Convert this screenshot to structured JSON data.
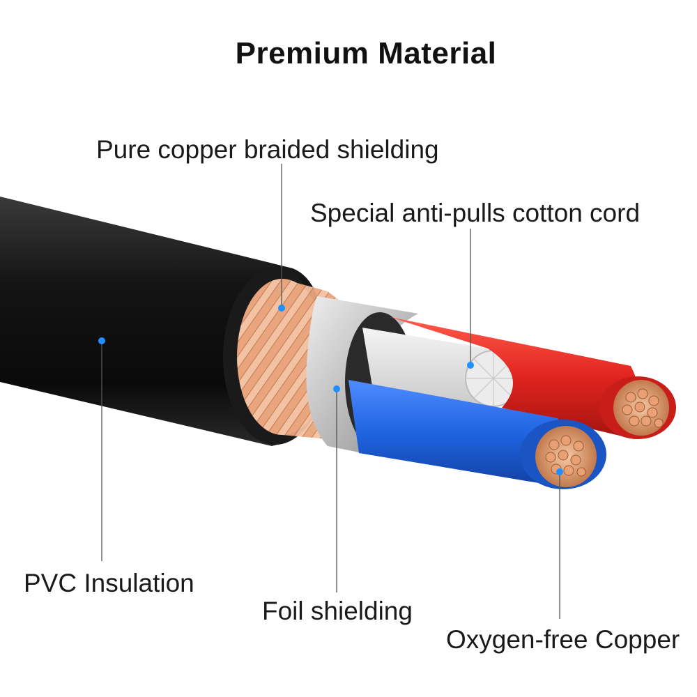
{
  "title": "Premium Material",
  "labels": {
    "braid": "Pure copper braided shielding",
    "cord": "Special anti-pulls cotton cord",
    "pvc": "PVC Insulation",
    "foil": "Foil shielding",
    "copper": "Oxygen-free Copper"
  },
  "colors": {
    "jacket": "#111111",
    "braid": "#e8a37a",
    "foil": "#c9c9c9",
    "red_conductor": "#e0231e",
    "blue_conductor": "#1f63e0",
    "copper_strands": "#d98a5a",
    "marker": "#1e90ff"
  }
}
